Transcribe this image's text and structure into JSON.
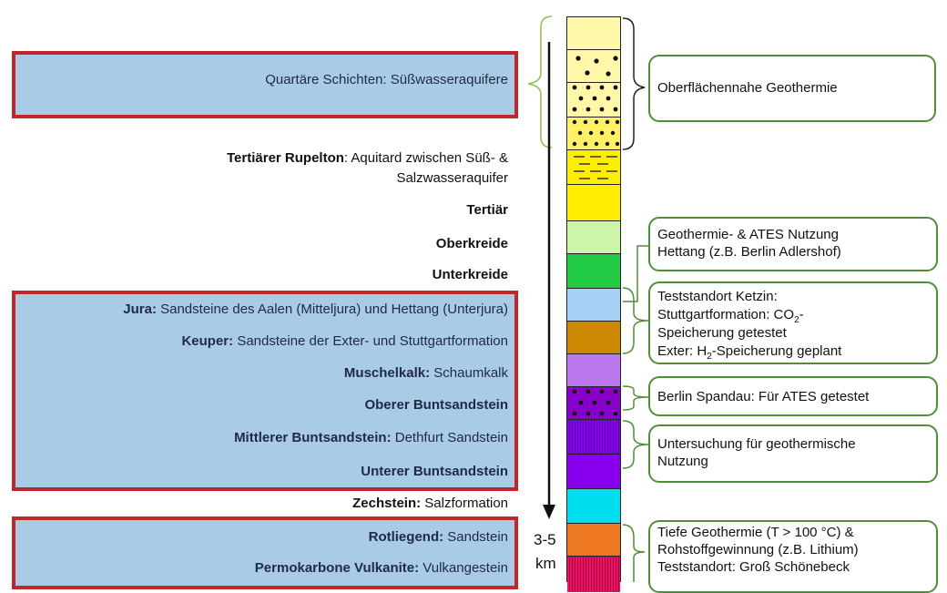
{
  "left": {
    "quartaer": "Quartäre Schichten: Süßwasseraquifere",
    "rupelton_bold": "Tertiärer Rupelton",
    "rupelton_rest": ": Aquitard zwischen Süß- &",
    "rupelton_line2": "Salzwasseraquifer",
    "tertiaer": "Tertiär",
    "oberkreide": "Oberkreide",
    "unterkreide": "Unterkreide",
    "jura_bold": "Jura:",
    "jura_rest": " Sandsteine des Aalen (Mitteljura) und Hettang (Unterjura)",
    "keuper_bold": "Keuper:",
    "keuper_rest": " Sandsteine der Exter- und Stuttgartformation",
    "muschel_bold": "Muschelkalk:",
    "muschel_rest": " Schaumkalk",
    "oberer_bunt": "Oberer Buntsandstein",
    "mittlerer_bold": "Mittlerer Buntsandstein:",
    "mittlerer_rest": " Dethfurt Sandstein",
    "unterer_bunt": "Unterer Buntsandstein",
    "zechstein_bold": "Zechstein:",
    "zechstein_rest": " Salzformation",
    "rotliegend_bold": "Rotliegend:",
    "rotliegend_rest": " Sandstein",
    "permo_bold": "Permokarbone Vulkanite:",
    "permo_rest": " Vulkangestein"
  },
  "depth": {
    "value": "3-5",
    "unit": "km"
  },
  "right": {
    "oberflaeche": "Oberflächennahe Geothermie",
    "hettang_l1": "Geothermie- & ATES Nutzung",
    "hettang_l2": "Hettang (z.B. Berlin Adlershof)",
    "ketzin_l1": "Teststandort Ketzin:",
    "ketzin_l2a": "Stuttgartformation: CO",
    "ketzin_l2sub": "2",
    "ketzin_l2b": "-",
    "ketzin_l3": "Speicherung getestet",
    "ketzin_l4a": "Exter: H",
    "ketzin_l4sub": "2",
    "ketzin_l4b": "-Speicherung geplant",
    "spandau": "Berlin Spandau: Für ATES getestet",
    "unters_l1": "Untersuchung für geothermische",
    "unters_l2": "Nutzung",
    "tief_l1": "Tiefe Geothermie (T > 100 °C) &",
    "tief_l2": "Rohstoffgewinnung (z.B. Lithium)",
    "tief_l3": "Teststandort: Groß Schönebeck"
  },
  "colors": {
    "box_fill": "#a9cbe6",
    "box_border": "#c0262c",
    "callout_border": "#4f8f3a",
    "quaternary": "#fff8a8",
    "quaternary_dotted": "#fff066",
    "tertiary": "#ffee00",
    "upper_cretaceous": "#ccf5aa",
    "lower_cretaceous": "#22cc44",
    "jurassic": "#a6d0f5",
    "keuper": "#cc8800",
    "muschelkalk": "#bb77ee",
    "upper_bunter": "#8800cc",
    "middle_bunter": "#9933ee",
    "lower_bunter": "#8800ee",
    "zechstein": "#00ddee",
    "rotliegend": "#ee7722",
    "permocarbon": "#ee1166"
  }
}
